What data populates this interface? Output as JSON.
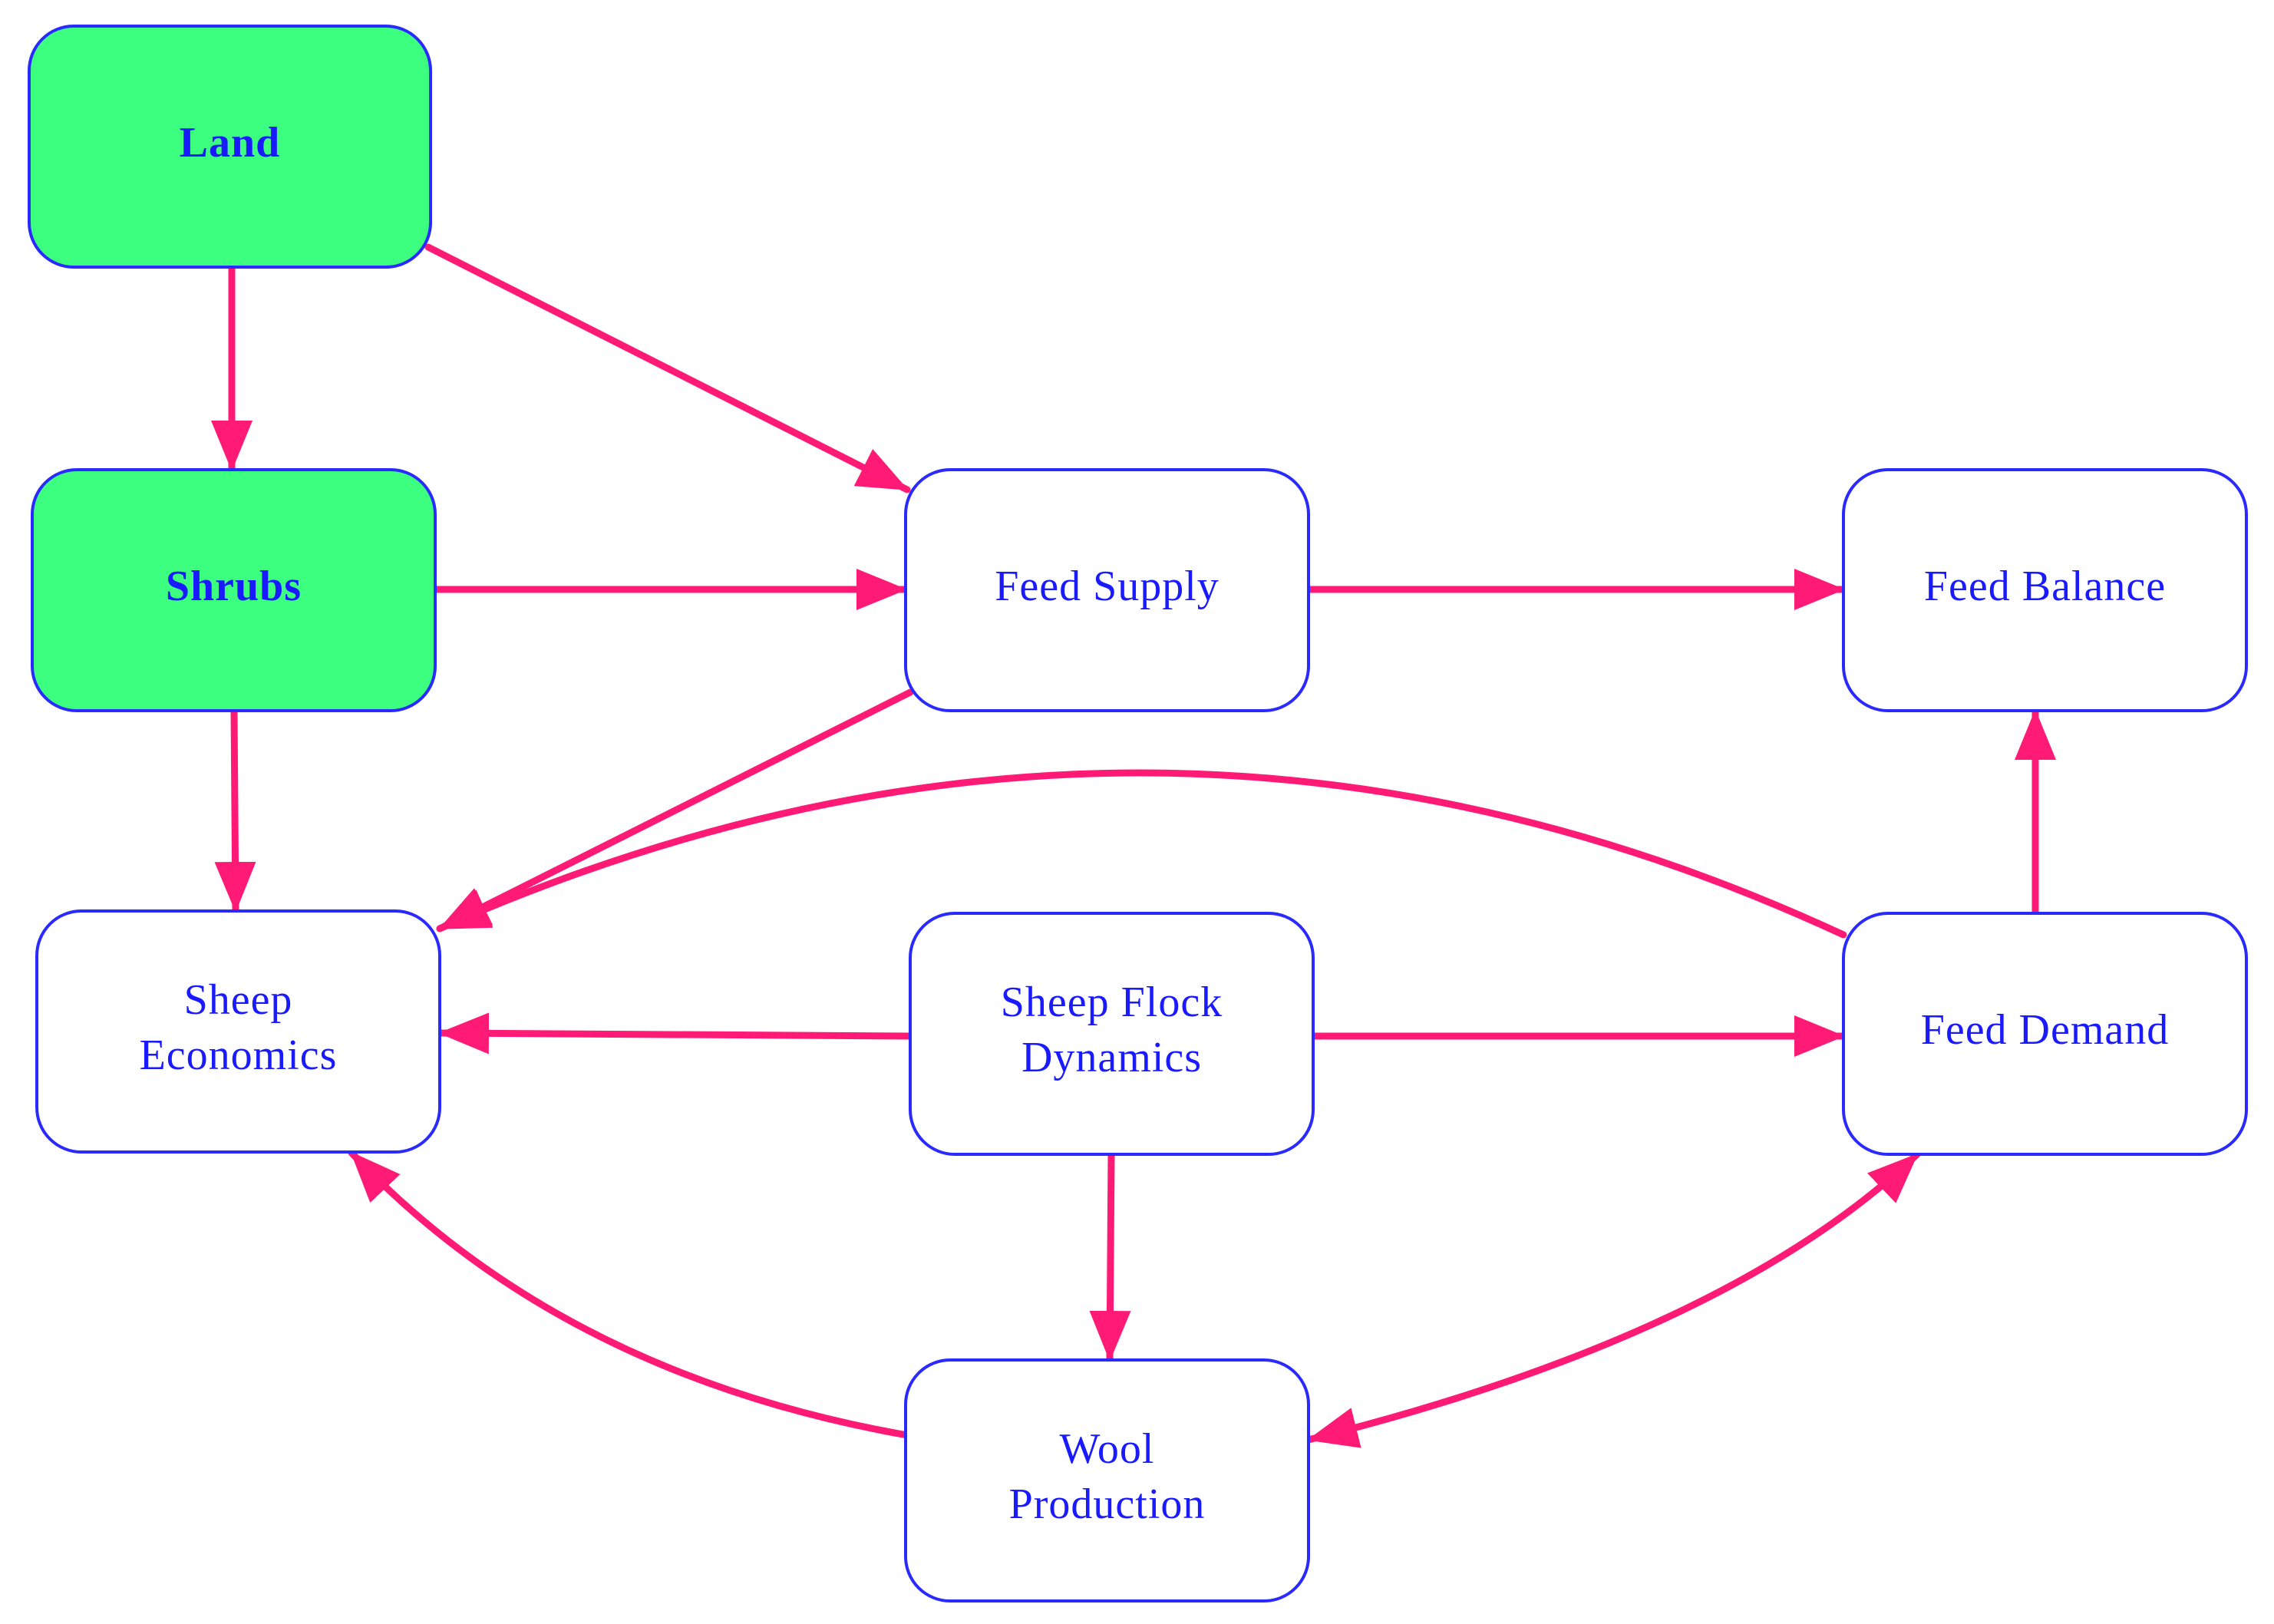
{
  "colors": {
    "edge": "#ff1a75",
    "node_border": "#2a2aff",
    "text": "#1a1aff",
    "highlight_fill": "#3dff7f",
    "plain_fill": "#ffffff"
  },
  "nodes": {
    "land": {
      "lines": [
        "Land"
      ],
      "highlight": true
    },
    "shrubs": {
      "lines": [
        "Shrubs"
      ],
      "highlight": true
    },
    "feed_supply": {
      "lines": [
        "Feed Supply"
      ],
      "highlight": false
    },
    "feed_balance": {
      "lines": [
        "Feed Balance"
      ],
      "highlight": false
    },
    "sheep_economics": {
      "lines": [
        "Sheep",
        "Economics"
      ],
      "highlight": false
    },
    "sheep_flock_dynamics": {
      "lines": [
        "Sheep Flock",
        "Dynamics"
      ],
      "highlight": false
    },
    "feed_demand": {
      "lines": [
        "Feed Demand"
      ],
      "highlight": false
    },
    "wool_production": {
      "lines": [
        "Wool",
        "Production"
      ],
      "highlight": false
    }
  },
  "edges": [
    {
      "from": "land",
      "to": "shrubs"
    },
    {
      "from": "land",
      "to": "feed_supply"
    },
    {
      "from": "shrubs",
      "to": "feed_supply"
    },
    {
      "from": "shrubs",
      "to": "sheep_economics"
    },
    {
      "from": "feed_supply",
      "to": "feed_balance"
    },
    {
      "from": "feed_supply",
      "to": "sheep_economics"
    },
    {
      "from": "feed_demand",
      "to": "sheep_economics"
    },
    {
      "from": "feed_demand",
      "to": "feed_balance"
    },
    {
      "from": "sheep_flock_dynamics",
      "to": "sheep_economics"
    },
    {
      "from": "sheep_flock_dynamics",
      "to": "feed_demand"
    },
    {
      "from": "sheep_flock_dynamics",
      "to": "wool_production"
    },
    {
      "from": "wool_production",
      "to": "sheep_economics"
    },
    {
      "from": "wool_production",
      "to": "feed_demand",
      "bidirectional": true
    }
  ]
}
